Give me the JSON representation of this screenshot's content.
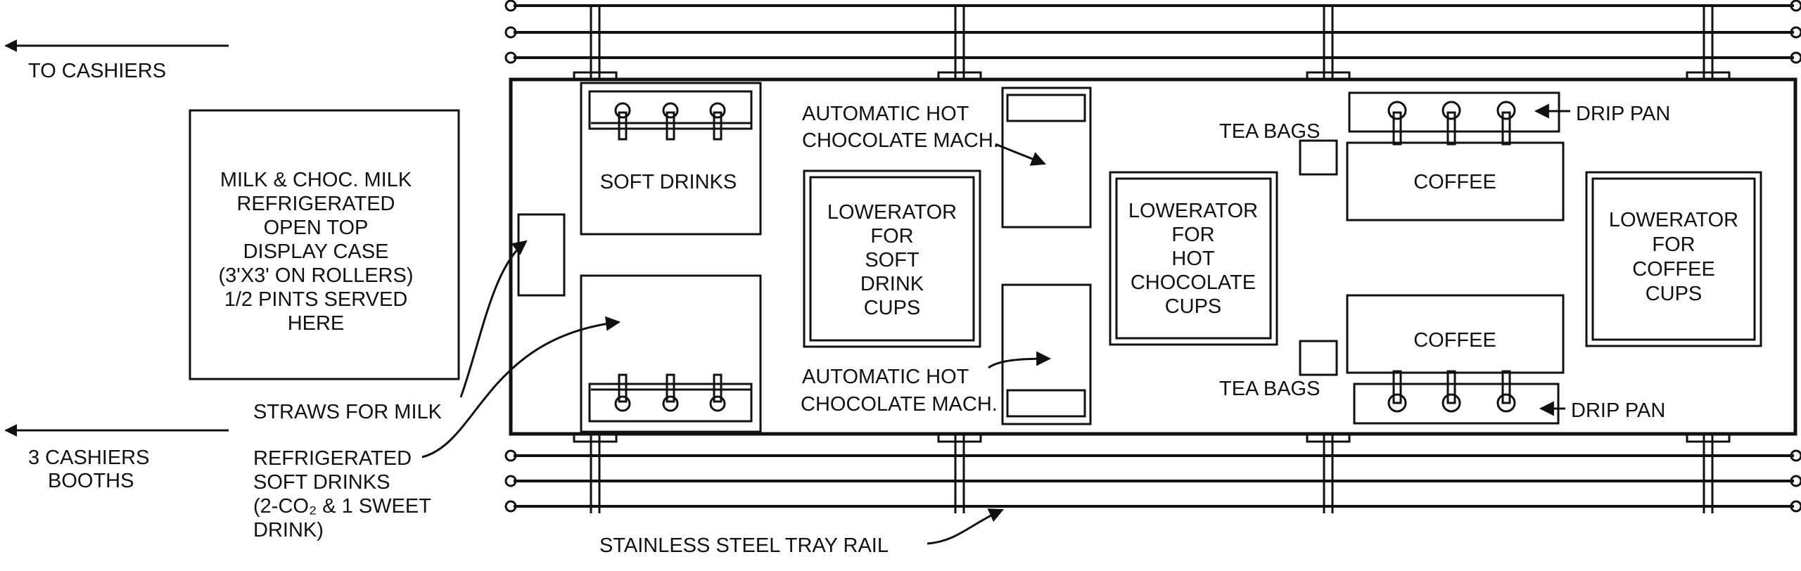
{
  "labels": {
    "to_cashiers": "TO CASHIERS",
    "cashiers_booths_1": "3 CASHIERS",
    "cashiers_booths_2": "BOOTHS",
    "milk_case_1": "MILK & CHOC. MILK",
    "milk_case_2": "REFRIGERATED",
    "milk_case_3": "OPEN TOP",
    "milk_case_4": "DISPLAY CASE",
    "milk_case_5": "(3'X3' ON ROLLERS)",
    "milk_case_6": "1/2 PINTS SERVED",
    "milk_case_7": "HERE",
    "straws": "STRAWS FOR MILK",
    "refrig_soft_1": "REFRIGERATED",
    "refrig_soft_2": "SOFT DRINKS",
    "refrig_soft_3": "(2-CO₂ & 1 SWEET",
    "refrig_soft_4": "DRINK)",
    "soft_drinks": "SOFT DRINKS",
    "auto_hot_choc_top_1": "AUTOMATIC HOT",
    "auto_hot_choc_top_2": "CHOCOLATE MACH.",
    "auto_hot_choc_bottom_1": "AUTOMATIC HOT",
    "auto_hot_choc_bottom_2": "CHOCOLATE MACH.",
    "lowerator_soft_1": "LOWERATOR",
    "lowerator_soft_2": "FOR",
    "lowerator_soft_3": "SOFT",
    "lowerator_soft_4": "DRINK",
    "lowerator_soft_5": "CUPS",
    "lowerator_hot_1": "LOWERATOR",
    "lowerator_hot_2": "FOR",
    "lowerator_hot_3": "HOT",
    "lowerator_hot_4": "CHOCOLATE",
    "lowerator_hot_5": "CUPS",
    "lowerator_coffee_1": "LOWERATOR",
    "lowerator_coffee_2": "FOR",
    "lowerator_coffee_3": "COFFEE",
    "lowerator_coffee_4": "CUPS",
    "tea_bags_top": "TEA BAGS",
    "tea_bags_bottom": "TEA BAGS",
    "coffee_top": "COFFEE",
    "coffee_bottom": "COFFEE",
    "drip_pan_top": "DRIP PAN",
    "drip_pan_bottom": "DRIP PAN",
    "tray_rail": "STAINLESS STEEL TRAY RAIL"
  }
}
